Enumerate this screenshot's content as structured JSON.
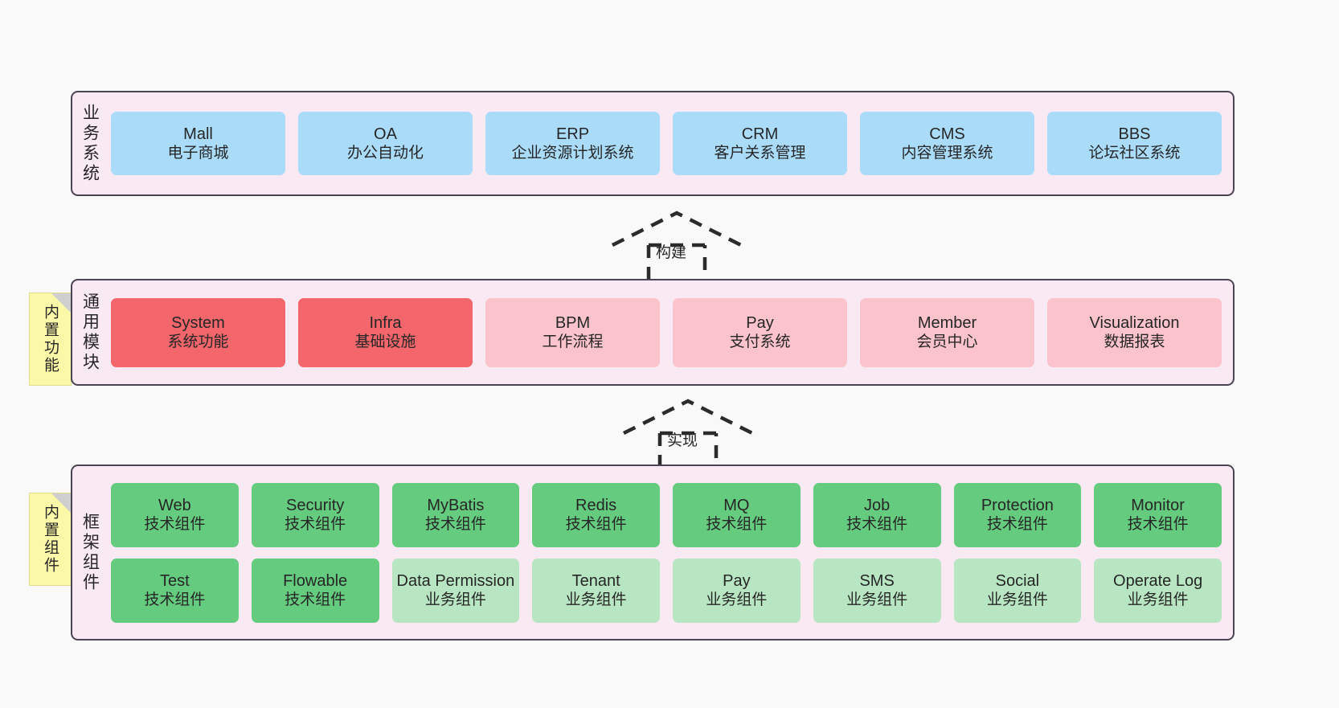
{
  "diagram": {
    "background_color": "#f9f9f9",
    "frame_border_color": "#4a4453",
    "frame_fill_color": "#f9e9f3",
    "note_color": "#fbf8a8"
  },
  "layers": [
    {
      "id": "business-system",
      "title": "业务系统",
      "note": null,
      "rows": [
        {
          "nodes": [
            {
              "en": "Mall",
              "cn": "电子商城",
              "color": "#aadcfa",
              "style": "c-blue"
            },
            {
              "en": "OA",
              "cn": "办公自动化",
              "color": "#aadcfa",
              "style": "c-blue"
            },
            {
              "en": "ERP",
              "cn": "企业资源计划系统",
              "color": "#aadcfa",
              "style": "c-blue"
            },
            {
              "en": "CRM",
              "cn": "客户关系管理",
              "color": "#aadcfa",
              "style": "c-blue"
            },
            {
              "en": "CMS",
              "cn": "内容管理系统",
              "color": "#aadcfa",
              "style": "c-blue"
            },
            {
              "en": "BBS",
              "cn": "论坛社区系统",
              "color": "#aadcfa",
              "style": "c-blue"
            }
          ]
        }
      ]
    },
    {
      "id": "common-module",
      "title": "通用模块",
      "note": "内置功能",
      "rows": [
        {
          "nodes": [
            {
              "en": "System",
              "cn": "系统功能",
              "color": "#f2666c",
              "style": "c-red"
            },
            {
              "en": "Infra",
              "cn": "基础设施",
              "color": "#f2666c",
              "style": "c-red"
            },
            {
              "en": "BPM",
              "cn": "工作流程",
              "color": "#fbc4cc",
              "style": "c-pink"
            },
            {
              "en": "Pay",
              "cn": "支付系统",
              "color": "#fbc4cc",
              "style": "c-pink"
            },
            {
              "en": "Member",
              "cn": "会员中心",
              "color": "#fbc4cc",
              "style": "c-pink"
            },
            {
              "en": "Visualization",
              "cn": "数据报表",
              "color": "#fbc4cc",
              "style": "c-pink"
            }
          ]
        }
      ]
    },
    {
      "id": "framework-component",
      "title": "框架组件",
      "note": "内置组件",
      "rows": [
        {
          "nodes": [
            {
              "en": "Web",
              "cn": "技术组件",
              "color": "#65cb7f",
              "style": "c-green"
            },
            {
              "en": "Security",
              "cn": "技术组件",
              "color": "#65cb7f",
              "style": "c-green"
            },
            {
              "en": "MyBatis",
              "cn": "技术组件",
              "color": "#65cb7f",
              "style": "c-green"
            },
            {
              "en": "Redis",
              "cn": "技术组件",
              "color": "#65cb7f",
              "style": "c-green"
            },
            {
              "en": "MQ",
              "cn": "技术组件",
              "color": "#65cb7f",
              "style": "c-green"
            },
            {
              "en": "Job",
              "cn": "技术组件",
              "color": "#65cb7f",
              "style": "c-green"
            },
            {
              "en": "Protection",
              "cn": "技术组件",
              "color": "#65cb7f",
              "style": "c-green"
            },
            {
              "en": "Monitor",
              "cn": "技术组件",
              "color": "#65cb7f",
              "style": "c-green"
            }
          ]
        },
        {
          "nodes": [
            {
              "en": "Test",
              "cn": "技术组件",
              "color": "#65cb7f",
              "style": "c-green"
            },
            {
              "en": "Flowable",
              "cn": "技术组件",
              "color": "#65cb7f",
              "style": "c-green"
            },
            {
              "en": "Data Permission",
              "cn": "业务组件",
              "color": "#b8e6c2",
              "style": "c-greenlight"
            },
            {
              "en": "Tenant",
              "cn": "业务组件",
              "color": "#b8e6c2",
              "style": "c-greenlight"
            },
            {
              "en": "Pay",
              "cn": "业务组件",
              "color": "#b8e6c2",
              "style": "c-greenlight"
            },
            {
              "en": "SMS",
              "cn": "业务组件",
              "color": "#b8e6c2",
              "style": "c-greenlight"
            },
            {
              "en": "Social",
              "cn": "业务组件",
              "color": "#b8e6c2",
              "style": "c-greenlight"
            },
            {
              "en": "Operate Log",
              "cn": "业务组件",
              "color": "#b8e6c2",
              "style": "c-greenlight"
            }
          ]
        }
      ]
    }
  ],
  "connectors": [
    {
      "id": "build",
      "label": "构建",
      "from": "common-module",
      "to": "business-system",
      "style": "dashed-hollow-arrow"
    },
    {
      "id": "implement",
      "label": "实现",
      "from": "framework-component",
      "to": "common-module",
      "style": "dashed-hollow-arrow"
    }
  ]
}
